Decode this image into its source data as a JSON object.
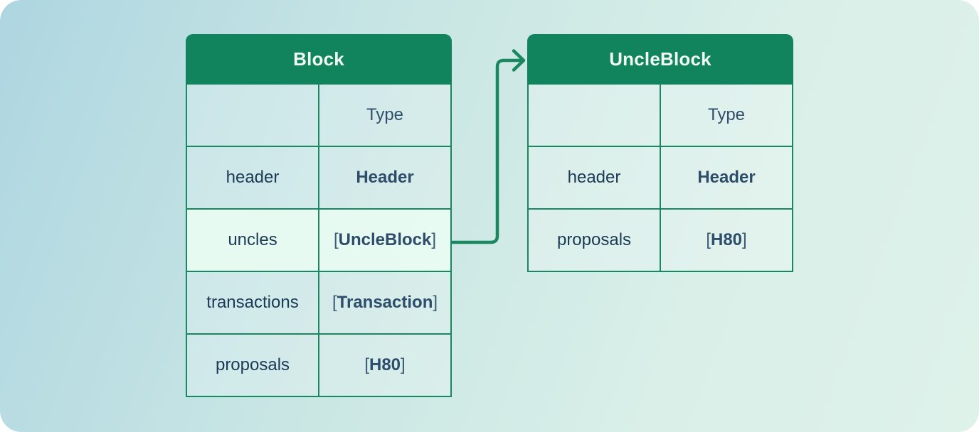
{
  "canvas": {
    "colors": {
      "header_bg": "#12845d",
      "border": "#19875f",
      "arrow": "#19875f",
      "header_text": "#f2faf6",
      "field_text": "#1b3a55",
      "value_text": "#2e4d6b",
      "highlight_bg": "#e9fcf3",
      "background_start": "#aed6e1",
      "background_end": "#def2ea"
    }
  },
  "tables": [
    {
      "title": "Block",
      "columns": {
        "type": "Type"
      },
      "rows": [
        {
          "field": "header",
          "open": "",
          "name": "Header",
          "close": ""
        },
        {
          "field": "uncles",
          "open": "[",
          "name": "UncleBlock",
          "close": "]"
        },
        {
          "field": "transactions",
          "open": "[",
          "name": "Transaction",
          "close": "]"
        },
        {
          "field": "proposals",
          "open": "[",
          "name": "H80",
          "close": "]"
        }
      ]
    },
    {
      "title": "UncleBlock",
      "columns": {
        "type": "Type"
      },
      "rows": [
        {
          "field": "header",
          "open": "",
          "name": "Header",
          "close": ""
        },
        {
          "field": "proposals",
          "open": "[",
          "name": "H80",
          "close": "]"
        }
      ]
    }
  ],
  "arrow": {
    "connects_from": "Block.uncles",
    "connects_to": "UncleBlock"
  }
}
